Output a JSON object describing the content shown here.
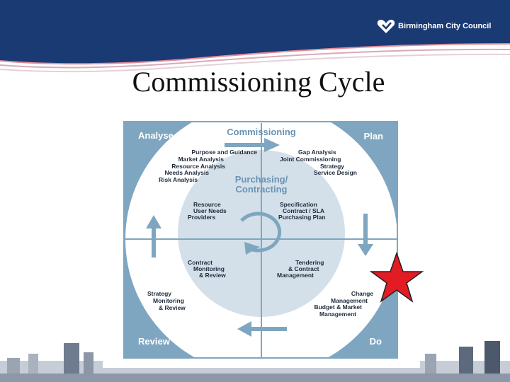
{
  "header": {
    "org_name": "Birmingham City Council"
  },
  "slide": {
    "title": "Commissioning Cycle"
  },
  "diagram": {
    "corners": {
      "top_left": "Analyse",
      "top_right": "Plan",
      "bottom_left": "Review",
      "bottom_right": "Do"
    },
    "outer_title": "Commissioning",
    "center_title_line1": "Purchasing/",
    "center_title_line2": "Contracting",
    "analyse_items": [
      "Purpose and Guidance",
      "Market Analysis",
      "Resource Analysis",
      "Needs Analysis",
      "Risk Analysis"
    ],
    "plan_items": [
      "Gap Analysis",
      "Joint Commissioning",
      "Strategy",
      "Service Design"
    ],
    "do_items": [
      "Change",
      "Management",
      "Budget & Market",
      "Management"
    ],
    "review_items": [
      "Strategy",
      "Monitoring",
      "& Review"
    ],
    "inner_tl": [
      "Resource",
      "User Needs",
      "Providers"
    ],
    "inner_tr": [
      "Specification",
      "Contract / SLA",
      "Purchasing Plan"
    ],
    "inner_bl": [
      "Contract",
      "Monitoring",
      "& Review"
    ],
    "inner_br": [
      "Tendering",
      "& Contract",
      "Management"
    ],
    "colors": {
      "panel": "#7fa6c0",
      "circle": "#ffffff",
      "inner_circle": "#d3e0ea",
      "label_text": "#6a93b3",
      "dark_text": "#1e2a3a"
    }
  },
  "annotation": {
    "star_color": "#e31b23"
  }
}
